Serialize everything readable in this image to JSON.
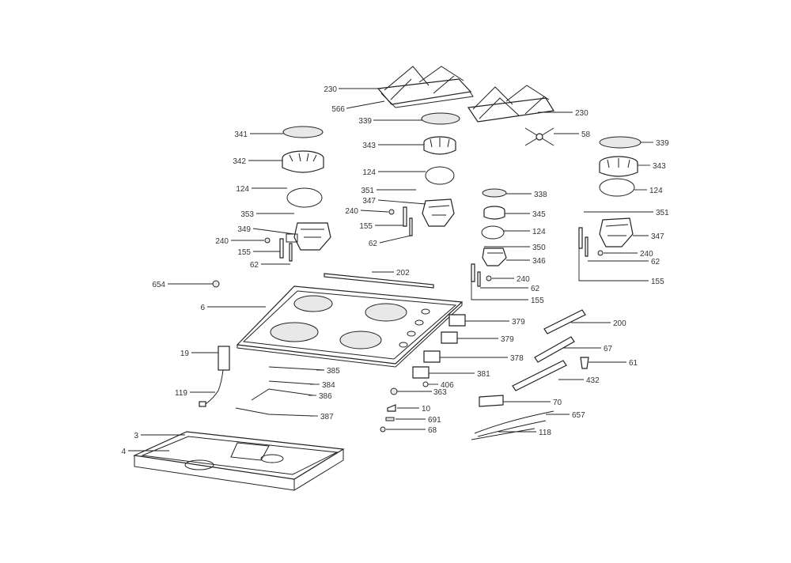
{
  "diagram": {
    "callouts": [
      {
        "id": "c-230-left",
        "label": "230"
      },
      {
        "id": "c-566",
        "label": "566"
      },
      {
        "id": "c-230-right",
        "label": "230"
      },
      {
        "id": "c-58",
        "label": "58"
      },
      {
        "id": "c-339-top",
        "label": "339"
      },
      {
        "id": "c-339-right",
        "label": "339"
      },
      {
        "id": "c-338",
        "label": "338"
      },
      {
        "id": "c-341",
        "label": "341"
      },
      {
        "id": "c-342",
        "label": "342"
      },
      {
        "id": "c-343-mid",
        "label": "343"
      },
      {
        "id": "c-343-right",
        "label": "343"
      },
      {
        "id": "c-345",
        "label": "345"
      },
      {
        "id": "c-124-left",
        "label": "124"
      },
      {
        "id": "c-124-mid",
        "label": "124"
      },
      {
        "id": "c-124-small",
        "label": "124"
      },
      {
        "id": "c-124-right",
        "label": "124"
      },
      {
        "id": "c-351-mid",
        "label": "351"
      },
      {
        "id": "c-351-right",
        "label": "351"
      },
      {
        "id": "c-353",
        "label": "353"
      },
      {
        "id": "c-350",
        "label": "350"
      },
      {
        "id": "c-347-mid",
        "label": "347"
      },
      {
        "id": "c-347-right",
        "label": "347"
      },
      {
        "id": "c-349",
        "label": "349"
      },
      {
        "id": "c-346",
        "label": "346"
      },
      {
        "id": "c-240-a",
        "label": "240"
      },
      {
        "id": "c-240-b",
        "label": "240"
      },
      {
        "id": "c-240-c",
        "label": "240"
      },
      {
        "id": "c-240-d",
        "label": "240"
      },
      {
        "id": "c-155-a",
        "label": "155"
      },
      {
        "id": "c-155-b",
        "label": "155"
      },
      {
        "id": "c-155-c",
        "label": "155"
      },
      {
        "id": "c-155-d",
        "label": "155"
      },
      {
        "id": "c-62-a",
        "label": "62"
      },
      {
        "id": "c-62-b",
        "label": "62"
      },
      {
        "id": "c-62-c",
        "label": "62"
      },
      {
        "id": "c-62-d",
        "label": "62"
      },
      {
        "id": "c-654",
        "label": "654"
      },
      {
        "id": "c-202",
        "label": "202"
      },
      {
        "id": "c-6",
        "label": "6"
      },
      {
        "id": "c-379-a",
        "label": "379"
      },
      {
        "id": "c-379-b",
        "label": "379"
      },
      {
        "id": "c-378",
        "label": "378"
      },
      {
        "id": "c-381",
        "label": "381"
      },
      {
        "id": "c-200",
        "label": "200"
      },
      {
        "id": "c-67",
        "label": "67"
      },
      {
        "id": "c-61",
        "label": "61"
      },
      {
        "id": "c-432",
        "label": "432"
      },
      {
        "id": "c-19",
        "label": "19"
      },
      {
        "id": "c-119",
        "label": "119"
      },
      {
        "id": "c-385",
        "label": "385"
      },
      {
        "id": "c-384",
        "label": "384"
      },
      {
        "id": "c-386",
        "label": "386"
      },
      {
        "id": "c-387",
        "label": "387"
      },
      {
        "id": "c-363",
        "label": "363"
      },
      {
        "id": "c-406",
        "label": "406"
      },
      {
        "id": "c-10",
        "label": "10"
      },
      {
        "id": "c-691",
        "label": "691"
      },
      {
        "id": "c-68",
        "label": "68"
      },
      {
        "id": "c-70",
        "label": "70"
      },
      {
        "id": "c-657",
        "label": "657"
      },
      {
        "id": "c-118",
        "label": "118"
      },
      {
        "id": "c-3",
        "label": "3"
      },
      {
        "id": "c-4",
        "label": "4"
      }
    ]
  }
}
